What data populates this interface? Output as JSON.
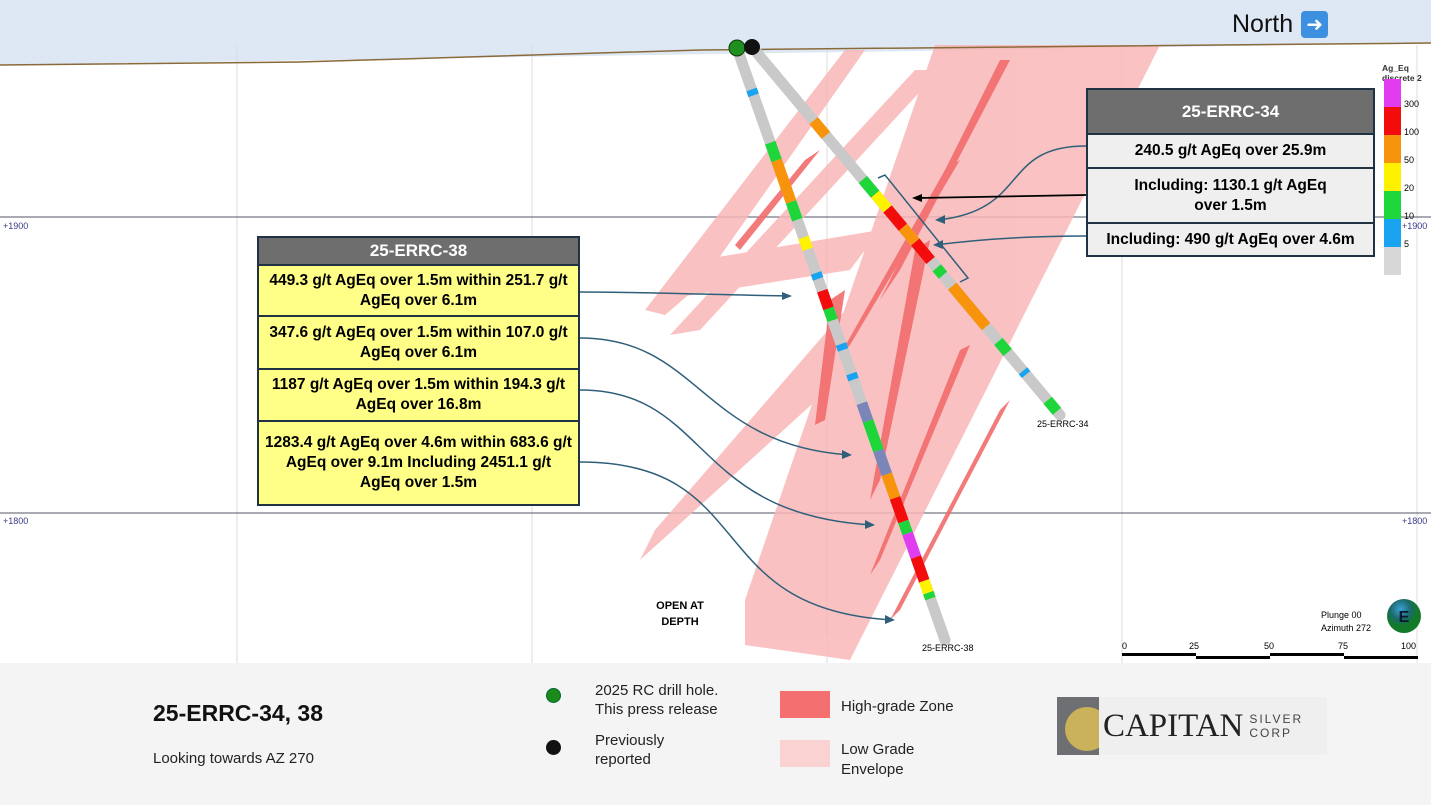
{
  "header": {
    "north_label": "North",
    "north_icon": "right-arrow-icon"
  },
  "elevations": {
    "upper": "+1900",
    "lower": "+1800"
  },
  "grade_legend": {
    "title_line1": "Ag_Eq",
    "title_line2": "discrete 2",
    "bins": [
      {
        "label": "300",
        "color": "#e23cf0"
      },
      {
        "label": "100",
        "color": "#f20c0c"
      },
      {
        "label": "50",
        "color": "#f7940c"
      },
      {
        "label": "20",
        "color": "#fff200"
      },
      {
        "label": "10",
        "color": "#1fd63a"
      },
      {
        "label": "5",
        "color": "#19a3f0"
      },
      {
        "label": "",
        "color": "#d7d7d7"
      }
    ]
  },
  "hole_34": {
    "label": "25-ERRC-34",
    "title": "25-ERRC-34",
    "rows": [
      "240.5 g/t AgEq over 25.9m",
      "Including: 1130.1 g/t AgEq over 1.5m",
      "Including: 490 g/t AgEq over 4.6m"
    ]
  },
  "hole_38": {
    "label": "25-ERRC-38",
    "title": "25-ERRC-38",
    "rows": [
      "449.3 g/t AgEq over 1.5m within 251.7 g/t AgEq over 6.1m",
      "347.6 g/t AgEq over 1.5m within 107.0 g/t AgEq over 6.1m",
      "1187 g/t AgEq over 1.5m within 194.3 g/t AgEq over 16.8m",
      "1283.4 g/t AgEq over 4.6m within 683.6 g/t AgEq over 9.1m Including 2451.1 g/t AgEq over 1.5m"
    ]
  },
  "open_at_depth": [
    "OPEN AT",
    "DEPTH"
  ],
  "view": {
    "plunge": "Plunge 00",
    "azimuth": "Azimuth 272",
    "compass": "E"
  },
  "scale_bar": [
    "0",
    "25",
    "50",
    "75",
    "100"
  ],
  "footer": {
    "title": "25-ERRC-34, 38",
    "subtitle": "Looking towards AZ 270",
    "legend": [
      {
        "label1": "2025 RC drill hole.",
        "label2": "This press release",
        "color": "#1a8a1a"
      },
      {
        "label1": "Previously",
        "label2": "reported",
        "color": "#111111"
      }
    ],
    "zones": [
      {
        "label1": "High-grade Zone",
        "label2": "",
        "color": "#f47070"
      },
      {
        "label1": "Low Grade",
        "label2": "Envelope",
        "color": "#fbd2d2"
      }
    ],
    "logo": {
      "main": "CAPITAN",
      "sub": "SILVER CORP"
    }
  }
}
